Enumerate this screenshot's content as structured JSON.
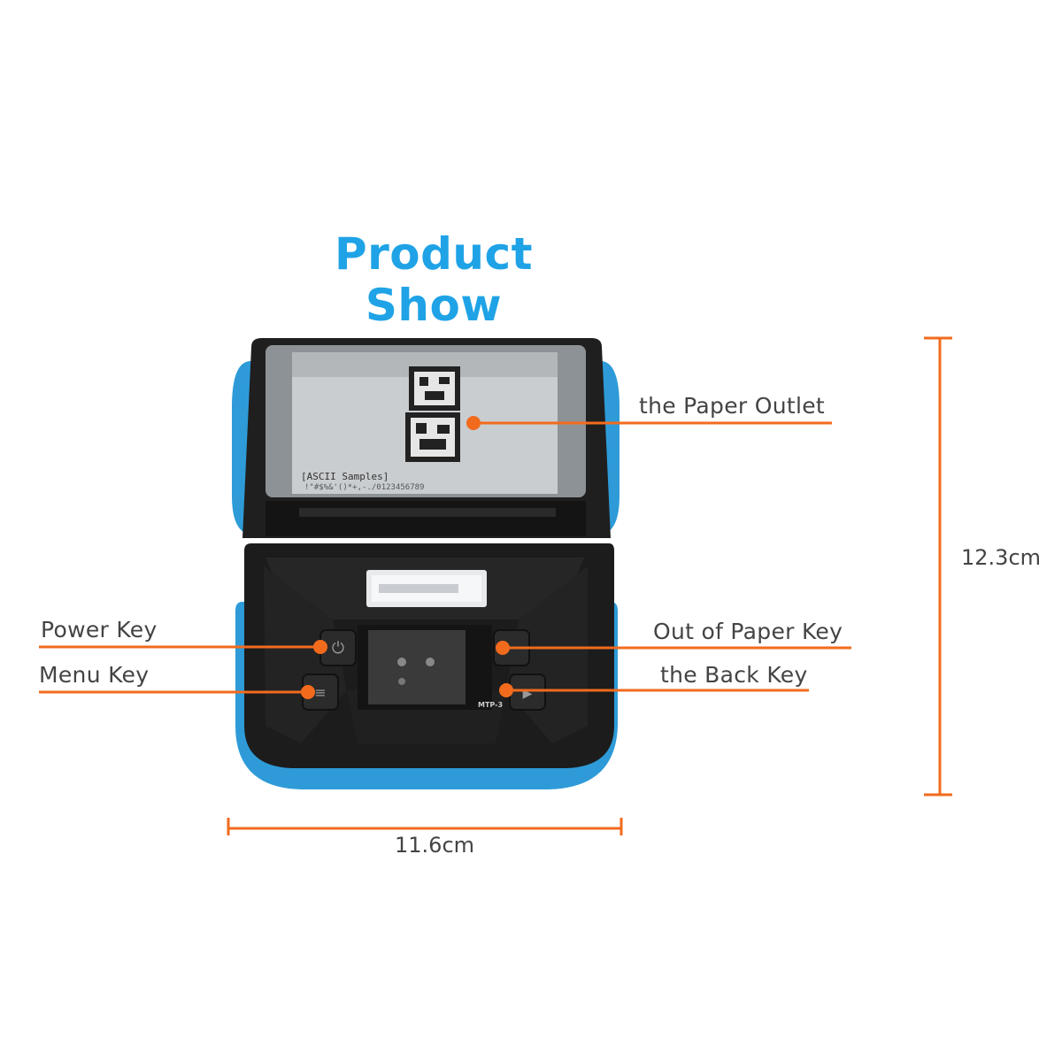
{
  "title": "Product Show",
  "colors": {
    "title": "#1fa3e6",
    "accent_orange": "#f26b1d",
    "printer_blue": "#2e9bd8",
    "printer_body": "#1f1f1f",
    "label_text": "#444444"
  },
  "callouts": {
    "paper_outlet": "the Paper Outlet",
    "power_key": "Power Key",
    "menu_key": "Menu Key",
    "out_of_paper_key": "Out of Paper Key",
    "back_key": "the Back Key"
  },
  "dimensions": {
    "width": "11.6cm",
    "height": "12.3cm"
  },
  "printer": {
    "paper_text_line1": "[ASCII Samples]",
    "paper_text_line2": "!\"#$%&'()*+,-./0123456789",
    "model_label": "MTP-3"
  }
}
